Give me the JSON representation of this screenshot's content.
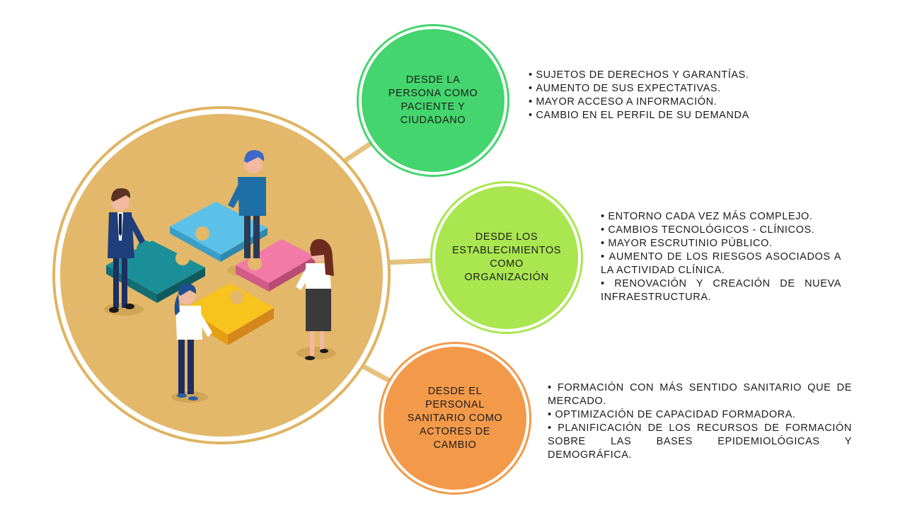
{
  "colors": {
    "hub_fill": "#e3b86a",
    "hub_ring": "#e0b463",
    "connector": "#e6c27f",
    "green": "#44d56e",
    "lime": "#a9e64f",
    "orange": "#f39a4a",
    "piece_blue": "#5bc1e8",
    "piece_teal": "#1b8f97",
    "piece_pink": "#f27aa7",
    "piece_yellow": "#f7c31c"
  },
  "illustration": {
    "description_icon": "puzzle-teamwork-illustration"
  },
  "nodes": [
    {
      "id": "persona",
      "label_lines": [
        "DESDE LA",
        "PERSONA COMO",
        "PACIENTE Y",
        "CIUDADANO"
      ],
      "bullets": [
        "SUJETOS DE DERECHOS Y GARANTÍAS.",
        "AUMENTO DE SUS EXPECTATIVAS.",
        "MAYOR ACCESO A INFORMACIÓN.",
        "CAMBIO EN EL PERFIL DE SU DEMANDA"
      ]
    },
    {
      "id": "establecimientos",
      "label_lines": [
        "DESDE LOS",
        "ESTABLECIMIENTOS",
        "COMO",
        "ORGANIZACIÓN"
      ],
      "bullets": [
        "ENTORNO CADA VEZ MÁS COMPLEJO.",
        "CAMBIOS TECNOLÓGICOS - CLÍNICOS.",
        "MAYOR ESCRUTINIO PÚBLICO.",
        "AUMENTO DE LOS RIESGOS ASOCIADOS A LA ACTIVIDAD CLÍNICA.",
        "RENOVACIÓN Y CREACIÓN DE NUEVA INFRAESTRUCTURA."
      ]
    },
    {
      "id": "personal",
      "label_lines": [
        "DESDE EL",
        "PERSONAL",
        "SANITARIO COMO",
        "ACTORES DE",
        "CAMBIO"
      ],
      "bullets": [
        "FORMACIÓN CON MÁS SENTIDO SANITARIO QUE DE MERCADO.",
        "OPTIMIZACIÓN DE CAPACIDAD FORMADORA.",
        "PLANIFICACIÓN DE LOS RECURSOS DE FORMACIÓN SOBRE LAS BASES EPIDEMIOLÓGICAS Y DEMOGRÁFICA."
      ]
    }
  ]
}
